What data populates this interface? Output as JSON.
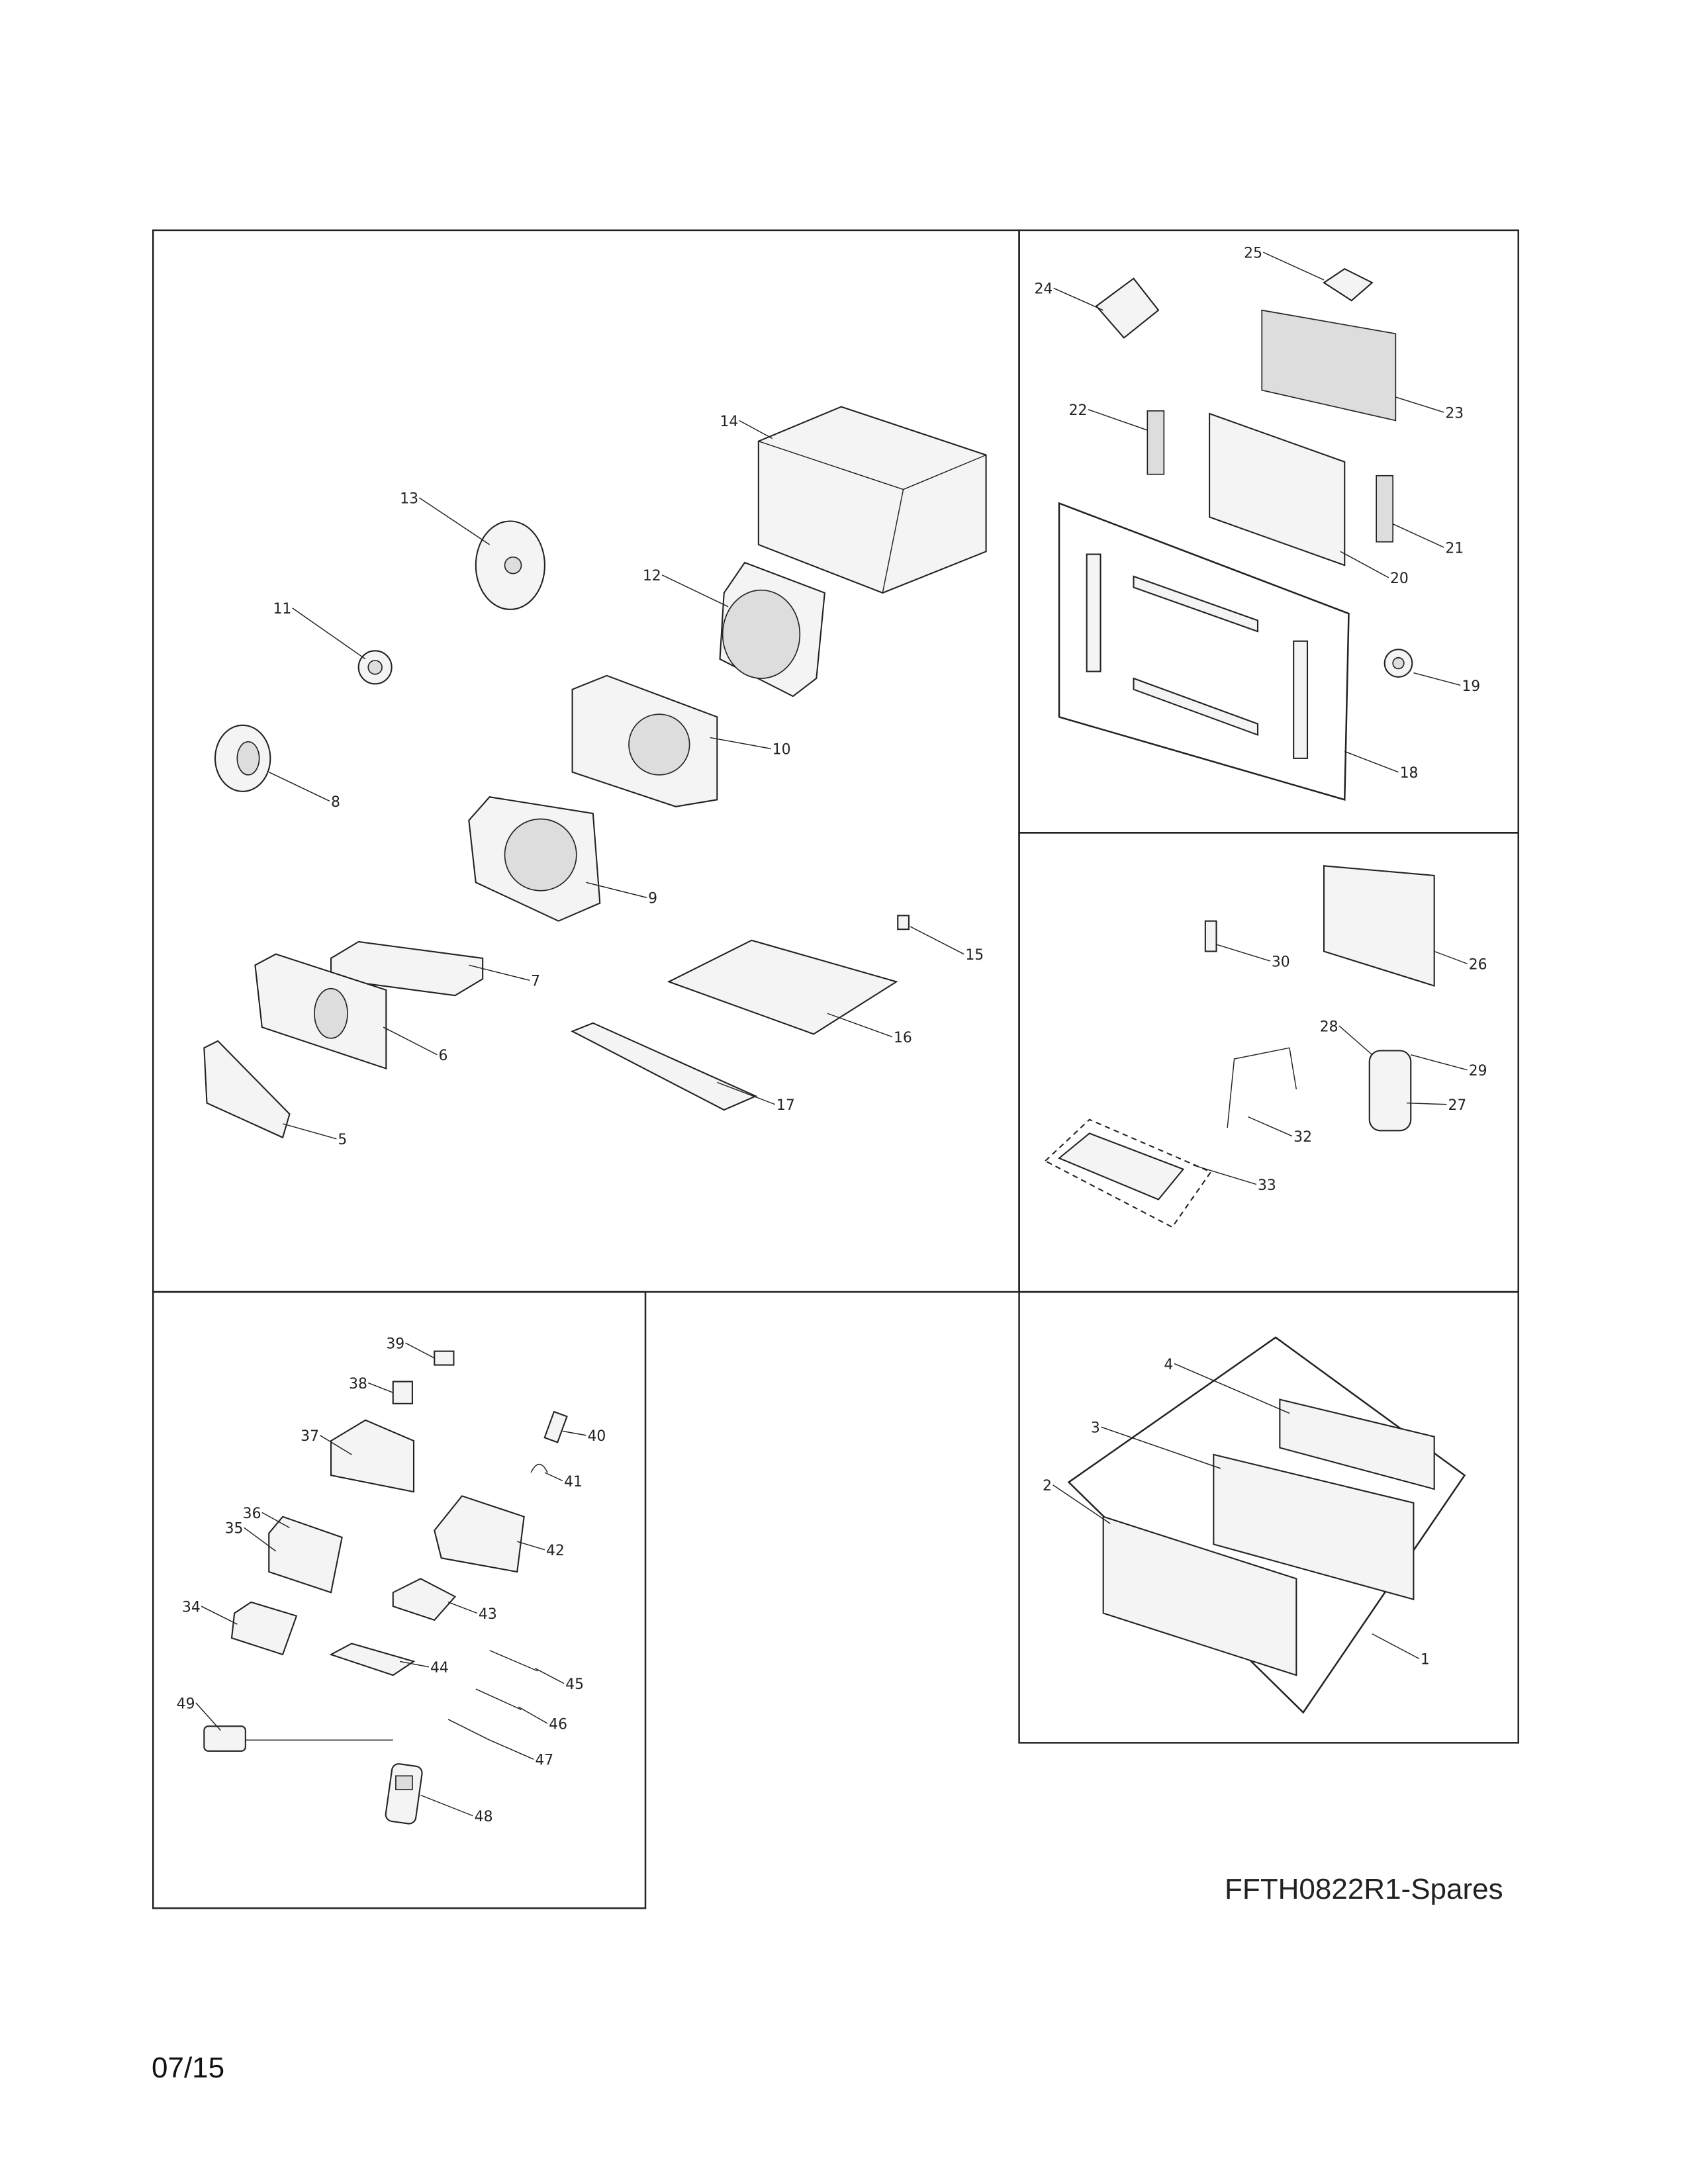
{
  "document": {
    "title": "FFTH0822R1-Spares",
    "date": "07/15"
  },
  "callouts": {
    "1": "1",
    "2": "2",
    "3": "3",
    "4": "4",
    "5": "5",
    "6": "6",
    "7": "7",
    "8": "8",
    "9": "9",
    "10": "10",
    "11": "11",
    "12": "12",
    "13": "13",
    "14": "14",
    "15": "15",
    "16": "16",
    "17": "17",
    "18": "18",
    "19": "19",
    "20": "20",
    "21": "21",
    "22": "22",
    "23": "23",
    "24": "24",
    "25": "25",
    "26": "26",
    "27": "27",
    "28": "28",
    "29": "29",
    "30": "30",
    "32": "32",
    "33": "33",
    "34": "34",
    "35": "35",
    "36": "36",
    "37": "37",
    "38": "38",
    "39": "39",
    "40": "40",
    "41": "41",
    "42": "42",
    "43": "43",
    "44": "44",
    "45": "45",
    "46": "46",
    "47": "47",
    "48": "48",
    "49": "49"
  }
}
